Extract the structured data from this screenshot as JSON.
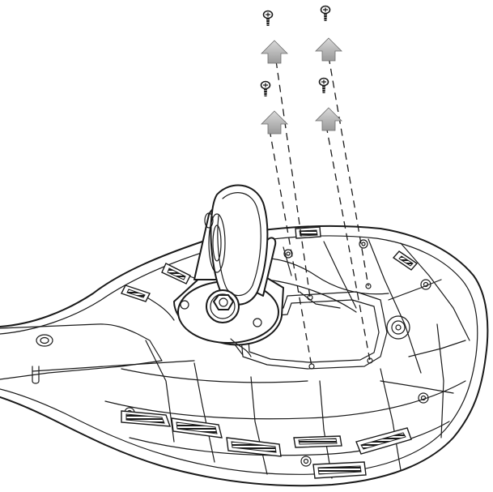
{
  "diagram": {
    "kind": "exploded assembly illustration",
    "screws": [
      {
        "id": "screw-top-left"
      },
      {
        "id": "screw-top-right"
      },
      {
        "id": "screw-mid-left"
      },
      {
        "id": "screw-mid-right"
      }
    ],
    "arrow_direction": "up",
    "colors": {
      "line": "#1a1a1a",
      "background": "#ffffff",
      "arrow_fill": "#b5b5b5"
    }
  }
}
